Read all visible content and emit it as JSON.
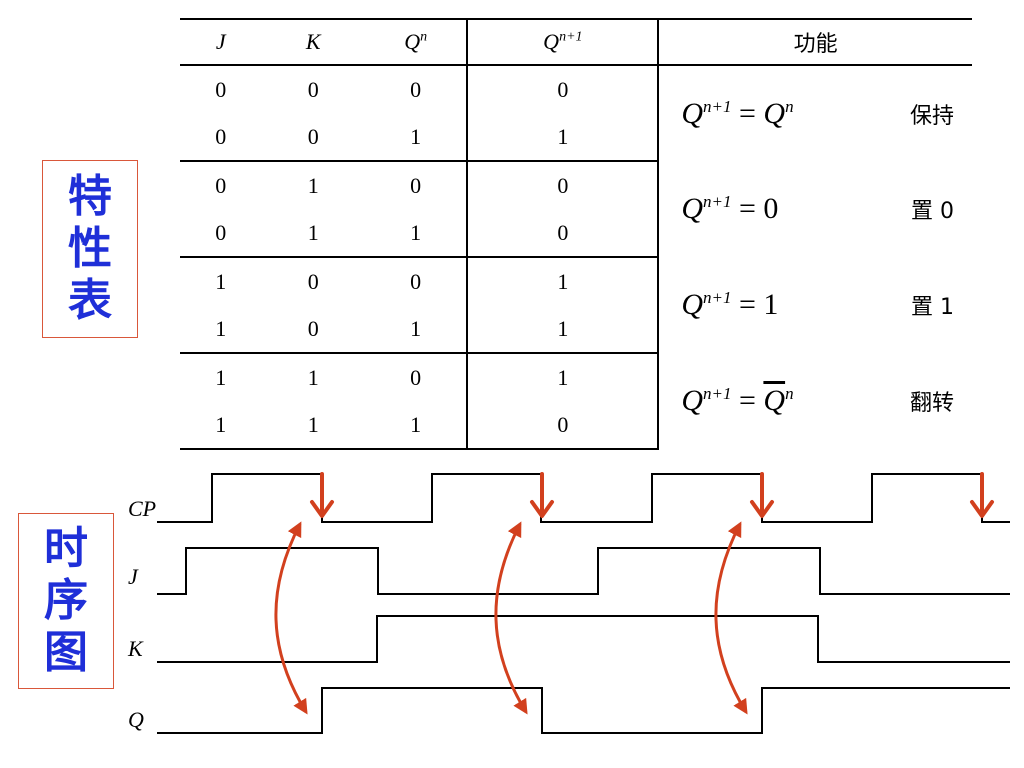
{
  "side_labels": {
    "table": [
      "特",
      "性",
      "表"
    ],
    "timing": [
      "时",
      "序",
      "图"
    ]
  },
  "table": {
    "headers": {
      "j": "J",
      "k": "K",
      "q": "Q",
      "q_sup": "n",
      "qn1": "Q",
      "qn1_sup": "n+1",
      "function": "功能"
    },
    "rows": [
      {
        "j": "0",
        "k": "0",
        "q": "0",
        "qn1": "0"
      },
      {
        "j": "0",
        "k": "0",
        "q": "1",
        "qn1": "1"
      },
      {
        "j": "0",
        "k": "1",
        "q": "0",
        "qn1": "0"
      },
      {
        "j": "0",
        "k": "1",
        "q": "1",
        "qn1": "0"
      },
      {
        "j": "1",
        "k": "0",
        "q": "0",
        "qn1": "1"
      },
      {
        "j": "1",
        "k": "0",
        "q": "1",
        "qn1": "1"
      },
      {
        "j": "1",
        "k": "1",
        "q": "0",
        "qn1": "1"
      },
      {
        "j": "1",
        "k": "1",
        "q": "1",
        "qn1": "0"
      }
    ],
    "functions": [
      {
        "lhs": "Q",
        "lhs_sup": "n+1",
        "op": "=",
        "rhs": "Q",
        "rhs_sup": "n",
        "rhs_bar": false,
        "name": "保持"
      },
      {
        "lhs": "Q",
        "lhs_sup": "n+1",
        "op": "=",
        "rhs": "0",
        "rhs_sup": "",
        "rhs_bar": false,
        "name": "置 0"
      },
      {
        "lhs": "Q",
        "lhs_sup": "n+1",
        "op": "=",
        "rhs": "1",
        "rhs_sup": "",
        "rhs_bar": false,
        "name": "置 1"
      },
      {
        "lhs": "Q",
        "lhs_sup": "n+1",
        "op": "=",
        "rhs": "Q",
        "rhs_sup": "n",
        "rhs_bar": true,
        "name": "翻转"
      }
    ]
  },
  "timing": {
    "signals": [
      {
        "name": "CP",
        "levels": [
          0,
          1,
          0,
          1,
          0,
          1,
          0,
          1,
          0
        ]
      },
      {
        "name": "J",
        "levels": [
          0,
          1,
          0,
          1,
          0
        ]
      },
      {
        "name": "K",
        "levels": [
          0,
          1,
          0
        ]
      },
      {
        "name": "Q",
        "levels": [
          0,
          1,
          0,
          1
        ]
      }
    ],
    "colors": {
      "wave": "#000000",
      "arrow": "#d2401e",
      "accent_label": "#1f2fd8",
      "box_border": "#d9573a"
    }
  }
}
